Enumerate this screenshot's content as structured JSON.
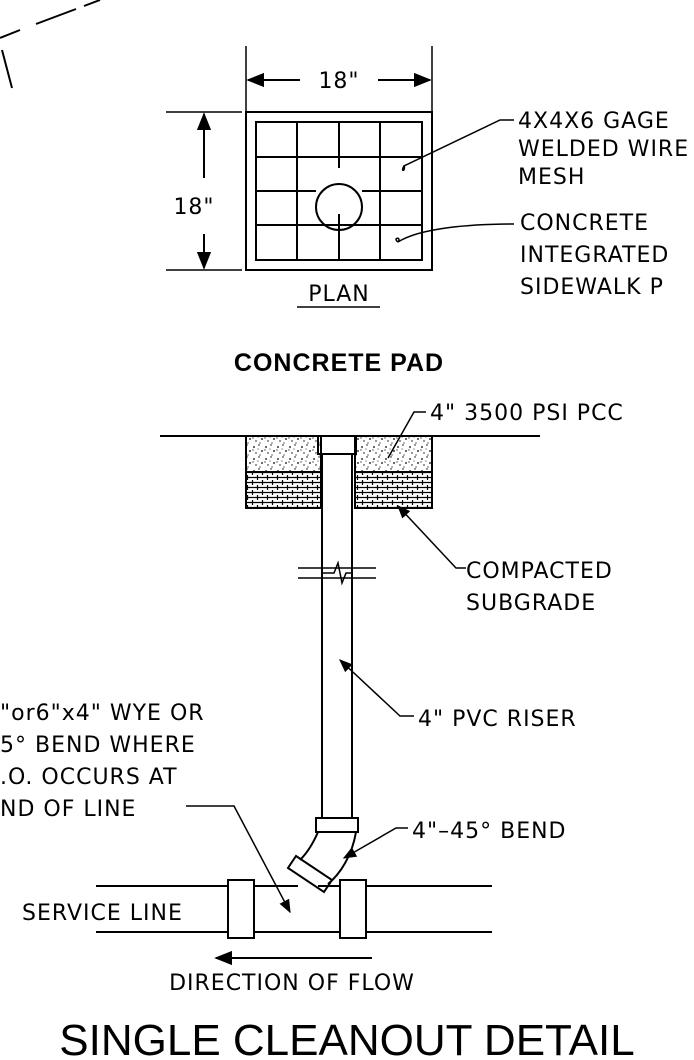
{
  "plan": {
    "dim_width": "18\"",
    "dim_height": "18\"",
    "mesh_label": [
      "4X4X6 GAGE",
      "WELDED WIRE",
      "MESH"
    ],
    "concrete_label": [
      "CONCRETE",
      "INTEGRATED",
      "SIDEWALK P"
    ],
    "plan_label": "PLAN",
    "pad_title": "CONCRETE PAD"
  },
  "section": {
    "pcc_label": "4\" 3500 PSI PCC",
    "subgrade_label": [
      "COMPACTED",
      "SUBGRADE"
    ],
    "riser_label": "4\" PVC RISER",
    "wye_label": [
      "\"or6\"x4\" WYE OR",
      "5° BEND WHERE",
      ".O. OCCURS AT",
      "ND OF LINE"
    ],
    "bend_label": "4\"–45° BEND",
    "service_line_label": "SERVICE LINE",
    "flow_label": "DIRECTION OF FLOW"
  },
  "title": "SINGLE CLEANOUT DETAIL"
}
